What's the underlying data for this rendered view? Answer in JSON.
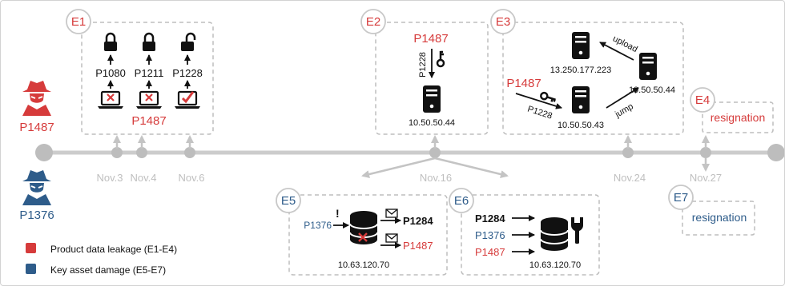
{
  "actors": {
    "attacker": {
      "id": "P1487",
      "color": "#d63b3b",
      "icon": "spy-icon"
    },
    "damager": {
      "id": "P1376",
      "color": "#2e5c8a",
      "icon": "spy-icon"
    }
  },
  "timeline": {
    "dates": [
      "Nov.3",
      "Nov.4",
      "Nov.6",
      "Nov.16",
      "Nov.24",
      "Nov.27"
    ]
  },
  "events": {
    "e1": {
      "label": "E1",
      "users": [
        "P1080",
        "P1211",
        "P1228"
      ],
      "actor": "P1487",
      "outcomes": [
        "lock-closed-icon",
        "lock-closed-icon",
        "lock-open-icon"
      ]
    },
    "e2": {
      "label": "E2",
      "actor": "P1487",
      "credential": "P1228",
      "host": "10.50.50.44"
    },
    "e3": {
      "label": "E3",
      "actor": "P1487",
      "credential": "P1228",
      "hosts": [
        "13.250.177.223",
        "10.50.50.44",
        "10.50.50.43"
      ],
      "arrows": [
        "upload",
        "jump"
      ]
    },
    "e4": {
      "label": "E4",
      "text": "resignation"
    },
    "e5": {
      "label": "E5",
      "actor": "P1376",
      "marker": "!",
      "recipients": [
        "P1284",
        "P1487"
      ],
      "host": "10.63.120.70"
    },
    "e6": {
      "label": "E6",
      "users": [
        "P1284",
        "P1376",
        "P1487"
      ],
      "host": "10.63.120.70"
    },
    "e7": {
      "label": "E7",
      "text": "resignation"
    }
  },
  "legend": [
    {
      "label": "Product data leakage (E1-E4)",
      "color": "#d63b3b"
    },
    {
      "label": "Key asset damage (E5-E7)",
      "color": "#2e5c8a"
    }
  ]
}
